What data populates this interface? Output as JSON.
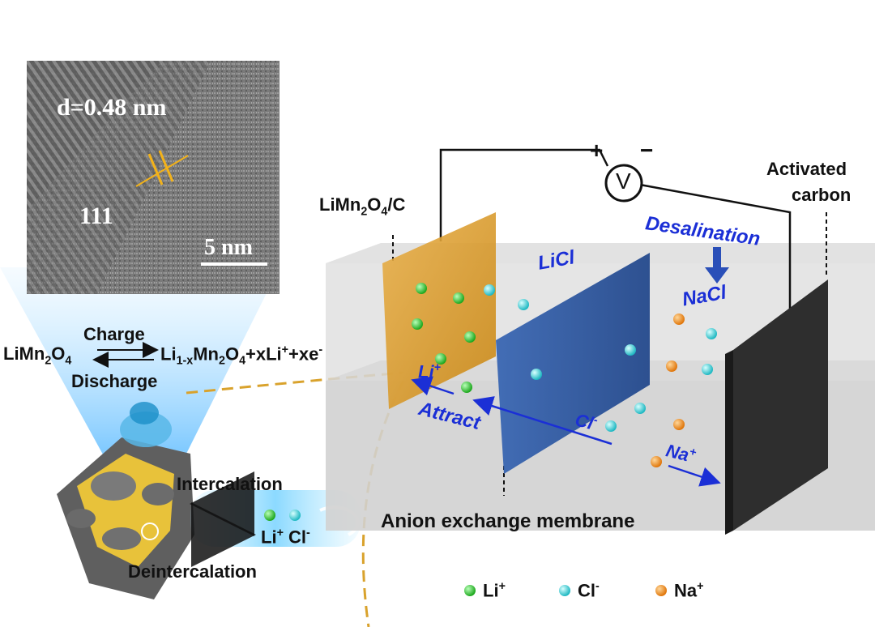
{
  "tem": {
    "d_spacing": "d=0.48 nm",
    "plane": "111",
    "scale_bar": "5 nm"
  },
  "reaction": {
    "reactant": {
      "base": "LiMn",
      "s1": "2",
      "mid": "O",
      "s2": "4"
    },
    "product": {
      "p1": "Li",
      "s1": "1-x",
      "p2": "Mn",
      "s2": "2",
      "p3": "O",
      "s3": "4",
      "p4": "+xLi",
      "sup": "+",
      "p5": "+xe",
      "sup2": "-"
    },
    "charge": "Charge",
    "discharge": "Discharge"
  },
  "particle": {
    "intercalation": "Intercalation",
    "deintercalation": "Deintercalation",
    "ions": {
      "li": "Li",
      "li_sup": "+",
      "cl": "Cl",
      "cl_sup": "-"
    }
  },
  "cell": {
    "electrode_left": {
      "base": "LiMn",
      "s1": "2",
      "mid": "O",
      "s2": "4",
      "tail": "/C"
    },
    "electrode_right_line1": "Activated",
    "electrode_right_line2": "carbon",
    "voltmeter": "V",
    "plus": "+",
    "minus": "−",
    "licl": "LiCl",
    "desalination": "Desalination",
    "nacl": "NaCl",
    "li_ion": {
      "base": "Li",
      "sup": "+"
    },
    "cl_ion": {
      "base": "Cl",
      "sup": "-"
    },
    "na_ion": {
      "base": "Na",
      "sup": "+"
    },
    "attract": "Attract",
    "membrane": "Anion exchange membrane"
  },
  "legend": [
    {
      "base": "Li",
      "sup": "+",
      "color": "#2fc02f"
    },
    {
      "base": "Cl",
      "sup": "-",
      "color": "#2fd0d8"
    },
    {
      "base": "Na",
      "sup": "+",
      "color": "#f08a16"
    }
  ],
  "colors": {
    "li": "#2fc02f",
    "cl": "#2fd0d8",
    "na": "#f08a16",
    "electrode_left": "#e3a32f",
    "membrane": "#2d5aa6",
    "electrode_right": "#2b2b2b",
    "label_blue": "#1b2fd6"
  }
}
